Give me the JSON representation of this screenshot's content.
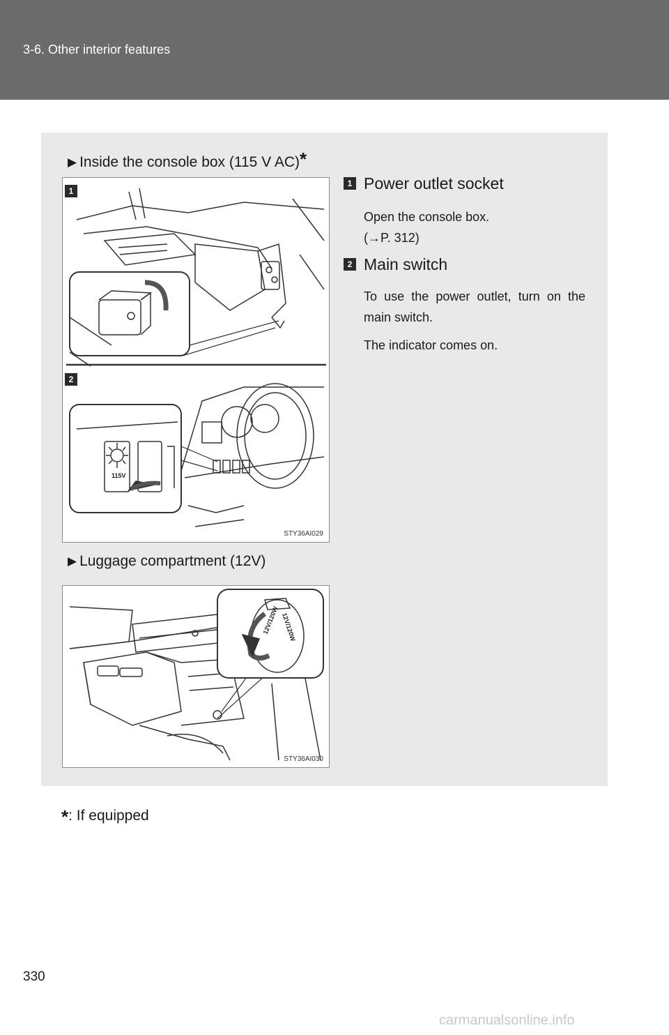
{
  "header": {
    "section_title": "3-6. Other interior features"
  },
  "section1": {
    "heading": "Inside the console box (115 V AC)",
    "marker": "*",
    "figure_code": "STY36AI029",
    "inset_label": "115V",
    "items": [
      {
        "number": "1",
        "title": "Power outlet socket",
        "lines": [
          "Open the console box.",
          "(→P. 312)"
        ]
      },
      {
        "number": "2",
        "title": "Main switch",
        "lines": [
          "To use the power outlet, turn on the main switch.",
          "The indicator comes on."
        ]
      }
    ]
  },
  "section2": {
    "heading": "Luggage compartment (12V)",
    "figure_code": "STY36AI030",
    "cap_label_a": "12V/120W",
    "cap_label_b": "12V/120W"
  },
  "footnote": {
    "marker": "*",
    "text": ": If equipped"
  },
  "page_number": "330",
  "watermark": "carmanualsonline.info"
}
